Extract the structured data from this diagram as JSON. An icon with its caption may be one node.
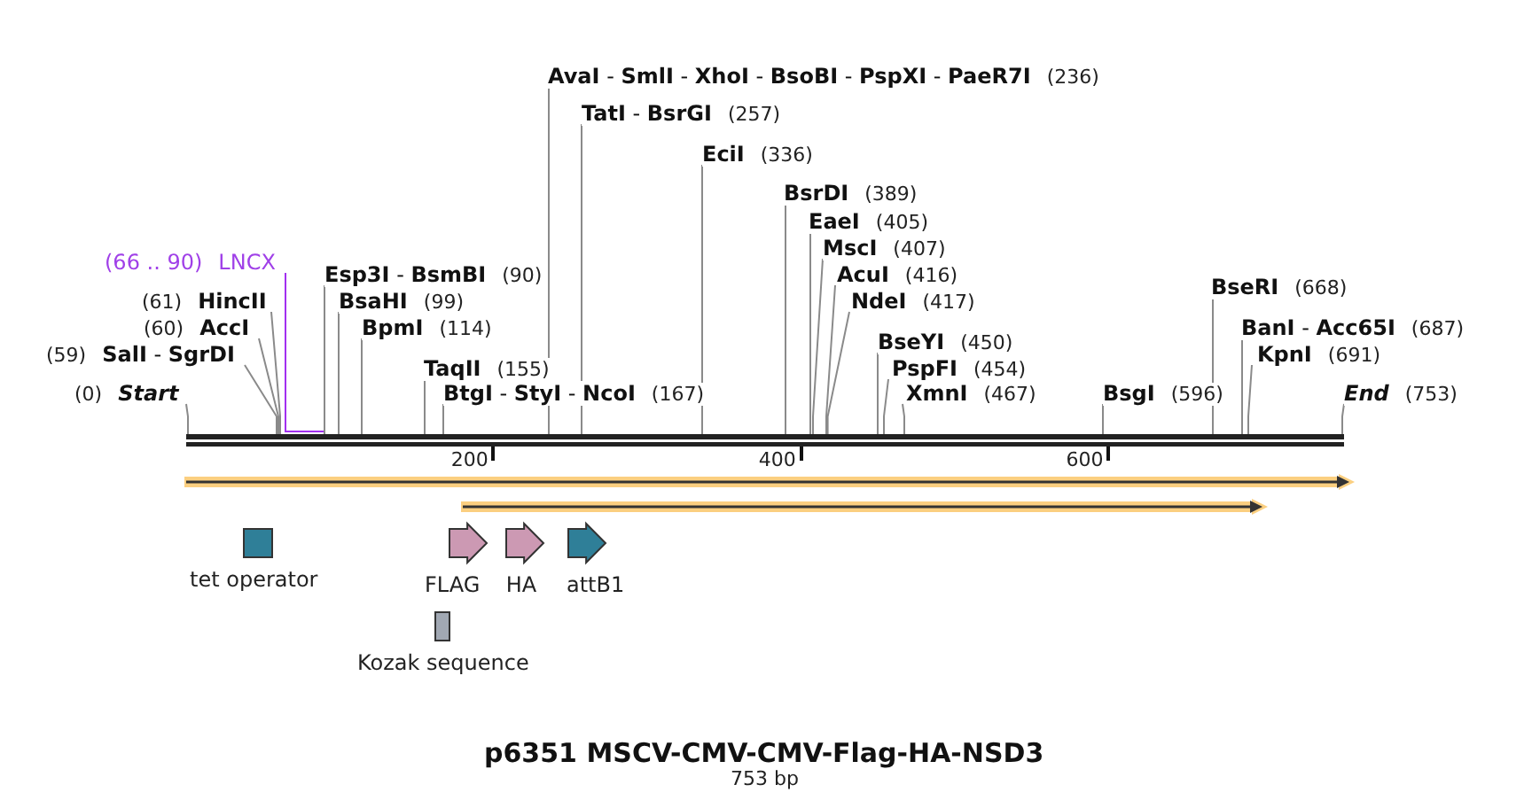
{
  "diagram": {
    "title": "p6351 MSCV-CMV-CMV-Flag-HA-NSD3",
    "caption": "753 bp",
    "nodes": [
      {
        "text": [
          "**AvaI** - **SmlI** - **XhoI** - **BsoBI** - **PspXI** - **PaeR7I**",
          "(236)"
        ]
      },
      {
        "text": [
          "**TatI** - **BsrGI**",
          "(257)"
        ]
      },
      {
        "text": [
          "EciI",
          "(336)"
        ]
      },
      {
        "text": [
          "BsrDI",
          "(389)"
        ]
      },
      {
        "text": [
          "EaeI",
          "(405)"
        ]
      },
      {
        "text": [
          "MscI",
          "(407)"
        ]
      },
      {
        "text": [
          "(66 .. 90)",
          "LNCX"
        ]
      },
      {
        "text": [
          "**Esp3I** - **BsmBI**",
          "(90)"
        ]
      },
      {
        "text": [
          "AcuI",
          "(416)"
        ]
      },
      {
        "text": [
          "BseRI",
          "(668)"
        ]
      },
      {
        "text": [
          "(61)",
          "HincII"
        ]
      },
      {
        "text": [
          "BsaHI",
          "(99)"
        ]
      },
      {
        "text": [
          "NdeI",
          "(417)"
        ]
      },
      {
        "text": [
          "(60)",
          "AccI"
        ]
      },
      {
        "text": [
          "BpmI",
          "(114)"
        ]
      },
      {
        "text": [
          "**BanI** - **Acc65I**",
          "(687)"
        ]
      },
      {
        "text": [
          "BseYI",
          "(450)"
        ]
      },
      {
        "text": [
          "(59)",
          "**SalI** - **SgrDI**"
        ]
      },
      {
        "text": [
          "KpnI",
          "(691)"
        ]
      },
      {
        "text": [
          "TaqII",
          "(155)"
        ]
      },
      {
        "text": [
          "PspFI",
          "(454)"
        ]
      },
      {
        "text": [
          "(0)",
          "Start"
        ]
      },
      {
        "text": [
          "**BtgI** - **StyI** - **NcoI**",
          "(167)"
        ]
      },
      {
        "text": [
          "XmnI",
          "(467)"
        ]
      },
      {
        "text": [
          "BsgI",
          "(596)"
        ]
      },
      {
        "text": [
          "End",
          "(753)"
        ]
      },
      {
        "text": [],
        "shape": "bar"
      },
      {
        "text": [],
        "shape": "arrow"
      },
      {
        "text": [],
        "shape": "arrow"
      },
      {
        "text": [
          "tet operator"
        ]
      },
      {
        "text": [
          "FLAG"
        ]
      },
      {
        "text": [
          "HA"
        ]
      },
      {
        "text": [
          "attB1"
        ]
      },
      {
        "text": [
          "Kozak sequence"
        ]
      }
    ],
    "edges": [
      {
        "from": 0,
        "to": 26,
        "arrow": "none"
      },
      {
        "from": 1,
        "to": 26,
        "arrow": "none"
      },
      {
        "from": 2,
        "to": 26,
        "arrow": "none"
      },
      {
        "from": 3,
        "to": 26,
        "arrow": "none"
      },
      {
        "from": 4,
        "to": 26,
        "arrow": "none"
      },
      {
        "from": 5,
        "to": 26,
        "arrow": "none"
      },
      {
        "from": 6,
        "to": 26,
        "arrow": "none",
        "color": "#a22ff0"
      },
      {
        "from": 7,
        "to": 26,
        "arrow": "none"
      },
      {
        "from": 8,
        "to": 26,
        "arrow": "none"
      },
      {
        "from": 9,
        "to": 26,
        "arrow": "none"
      },
      {
        "from": 10,
        "to": 26,
        "arrow": "none"
      },
      {
        "from": 11,
        "to": 26,
        "arrow": "none"
      },
      {
        "from": 12,
        "to": 26,
        "arrow": "none"
      },
      {
        "from": 13,
        "to": 26,
        "arrow": "none"
      },
      {
        "from": 14,
        "to": 26,
        "arrow": "none"
      },
      {
        "from": 15,
        "to": 26,
        "arrow": "none"
      },
      {
        "from": 16,
        "to": 26,
        "arrow": "none"
      },
      {
        "from": 17,
        "to": 26,
        "arrow": "none"
      },
      {
        "from": 18,
        "to": 26,
        "arrow": "none"
      },
      {
        "from": 19,
        "to": 26,
        "arrow": "none"
      },
      {
        "from": 20,
        "to": 26,
        "arrow": "none"
      },
      {
        "from": 21,
        "to": 26,
        "arrow": "none"
      },
      {
        "from": 22,
        "to": 26,
        "arrow": "none"
      },
      {
        "from": 23,
        "to": 26,
        "arrow": "none"
      },
      {
        "from": 24,
        "to": 26,
        "arrow": "none"
      },
      {
        "from": 25,
        "to": 26,
        "arrow": "none"
      }
    ],
    "labels": [
      "200",
      "400",
      "600"
    ]
  }
}
